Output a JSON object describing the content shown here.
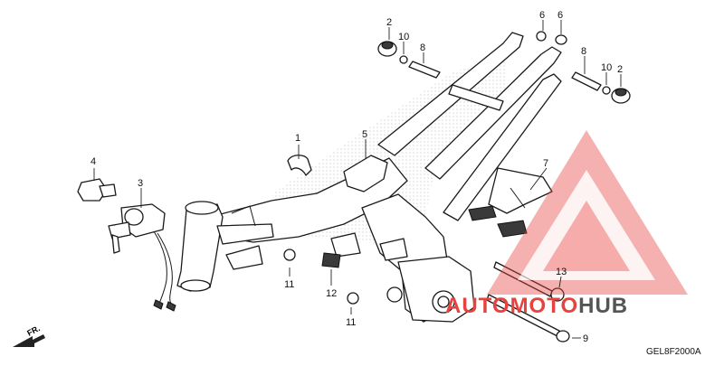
{
  "diagram": {
    "code": "GEL8F2000A",
    "direction_label": "FR.",
    "callouts": [
      {
        "id": "c1",
        "label": "1"
      },
      {
        "id": "c2a",
        "label": "2"
      },
      {
        "id": "c2b",
        "label": "2"
      },
      {
        "id": "c3",
        "label": "3"
      },
      {
        "id": "c4",
        "label": "4"
      },
      {
        "id": "c5",
        "label": "5"
      },
      {
        "id": "c6a",
        "label": "6"
      },
      {
        "id": "c6b",
        "label": "6"
      },
      {
        "id": "c7",
        "label": "7"
      },
      {
        "id": "c8a",
        "label": "8"
      },
      {
        "id": "c8b",
        "label": "8"
      },
      {
        "id": "c9",
        "label": "9"
      },
      {
        "id": "c10a",
        "label": "10"
      },
      {
        "id": "c10b",
        "label": "10"
      },
      {
        "id": "c11a",
        "label": "11"
      },
      {
        "id": "c11b",
        "label": "11"
      },
      {
        "id": "c12",
        "label": "12"
      },
      {
        "id": "c13",
        "label": "13"
      }
    ]
  },
  "watermark": {
    "part_a": "AUTO",
    "part_b": "MOTO",
    "part_c": "HUB",
    "color_red": "#e8423f",
    "color_dark": "#555555"
  }
}
